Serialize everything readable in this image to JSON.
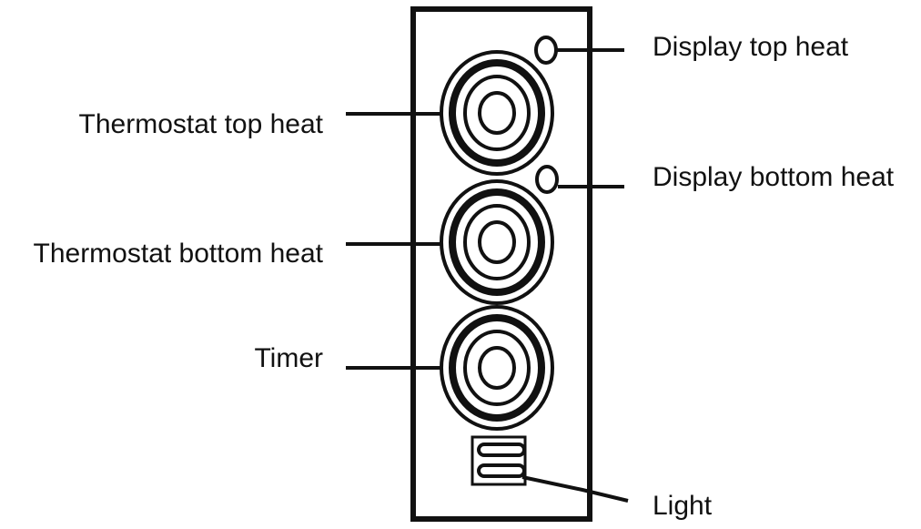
{
  "labels": {
    "thermostat_top_heat": "Thermostat top heat",
    "thermostat_bottom_heat": "Thermostat bottom heat",
    "timer": "Timer",
    "display_top_heat": "Display top heat",
    "display_bottom_heat": "Display bottom heat",
    "light": "Light"
  },
  "colors": {
    "line": "#111111",
    "background": "#ffffff"
  }
}
